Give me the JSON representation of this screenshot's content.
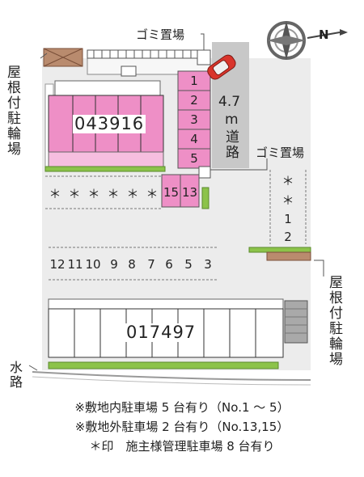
{
  "labels": {
    "garbage_top": "ゴミ置場",
    "garbage_mid": "ゴミ置場",
    "bike_left": "屋根付駐輪場",
    "bike_right": "屋根付駐輪場",
    "road_width": "4.7",
    "road_unit": "m",
    "road_word": "道路",
    "waterway": "水路",
    "north": "N"
  },
  "buildings": {
    "north_id": "043916",
    "south_id": "017497"
  },
  "parking": {
    "internal_column": [
      "1",
      "2",
      "3",
      "4",
      "5"
    ],
    "pink_row": [
      "15",
      "13"
    ],
    "reserved_row": [
      "＊",
      "＊",
      "＊",
      "＊",
      "＊",
      "＊"
    ],
    "right_column": [
      "＊",
      "＊",
      "1",
      "2"
    ],
    "middle_row": [
      "12",
      "11",
      "10",
      "9",
      "8",
      "7",
      "6",
      "5",
      "3"
    ]
  },
  "notes": [
    "※敷地内駐車場 5 台有り（No.1 〜 5）",
    "※敷地外駐車場 2 台有り（No.13,15）",
    "＊印　施主様管理駐車場 8 台有り"
  ],
  "colors": {
    "pink": "#ee8fc6",
    "pink_light": "#f6bedf",
    "green": "#8cc34a",
    "road_gray": "#c8c8c8",
    "car_red": "#d9342b",
    "brown": "#8a5a44"
  }
}
